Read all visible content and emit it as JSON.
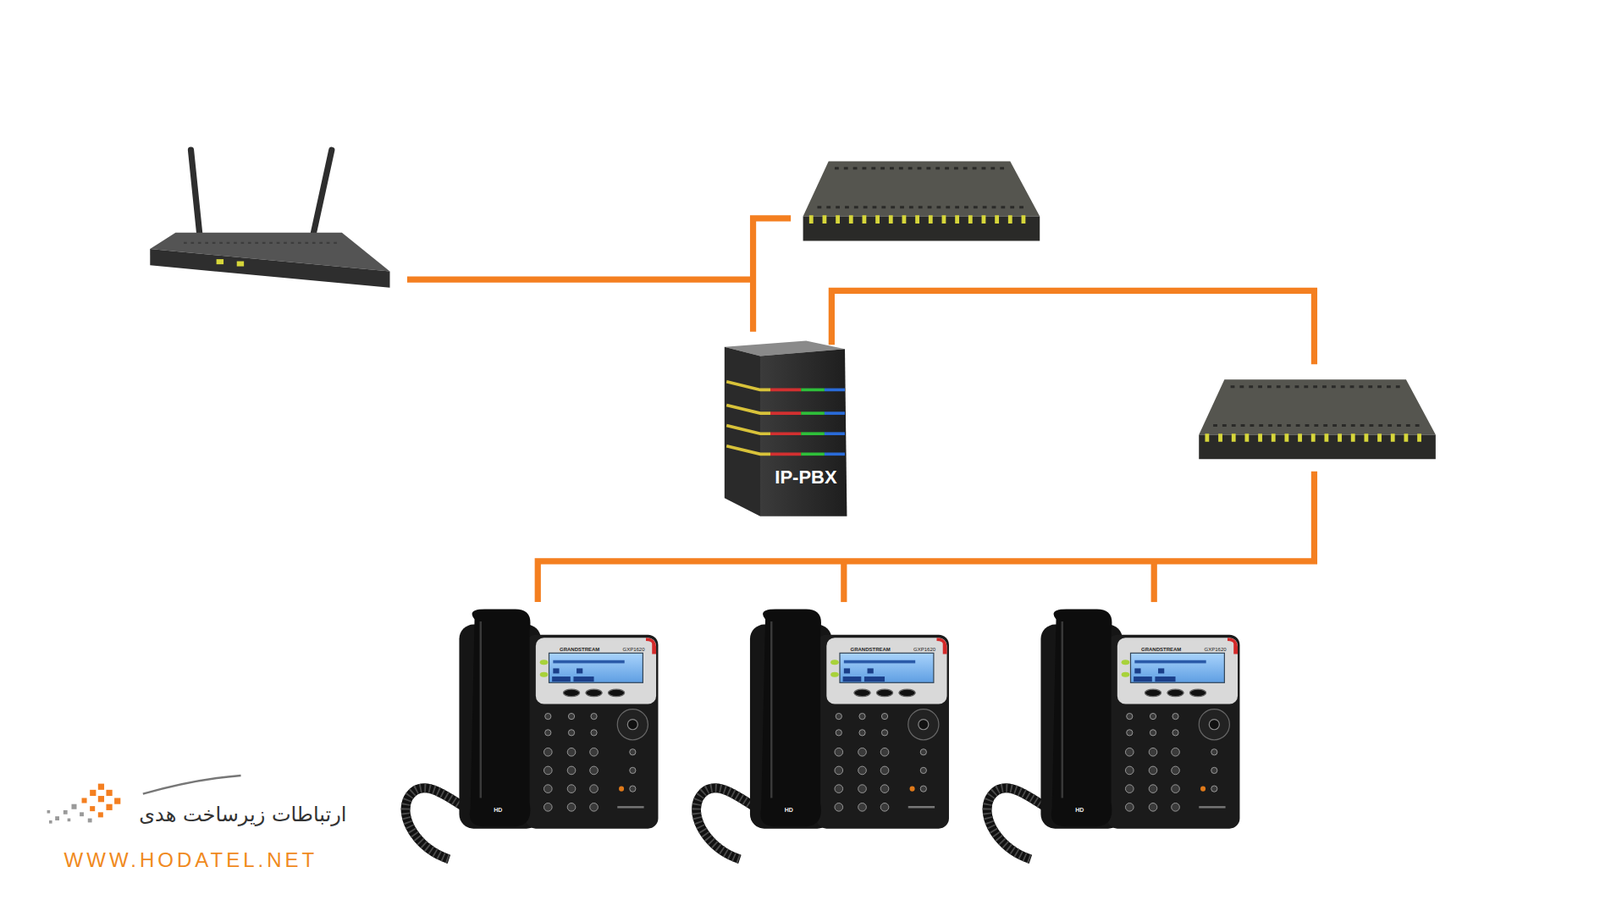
{
  "diagram": {
    "nodes": [
      {
        "text": [
          "IP-PBX"
        ]
      }
    ],
    "labels": [
      "GRANDSTREAM",
      "GXP1620",
      "HD",
      "GRANDSTREAM",
      "GXP1620",
      "HD",
      "GRANDSTREAM",
      "GXP1620",
      "HD",
      "ارتباطات زیرساخت هدی",
      "WWW.HODATEL.NET"
    ]
  }
}
